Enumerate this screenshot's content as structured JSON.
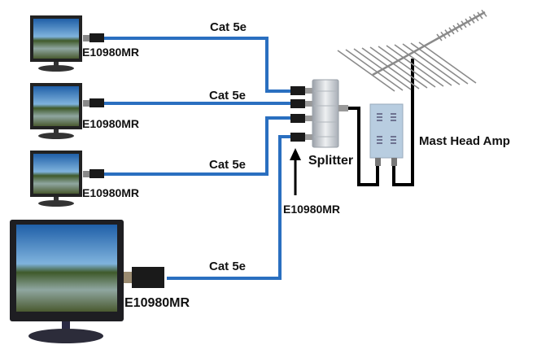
{
  "diagram": {
    "cable_label": "Cat 5e",
    "balun_label": "E10980MR",
    "splitter_label": "Splitter",
    "amp_label": "Mast Head Amp",
    "arrow_label": "E10980MR",
    "tvs": [
      {
        "id": "tv-1",
        "cable": "Cat 5e",
        "balun": "E10980MR"
      },
      {
        "id": "tv-2",
        "cable": "Cat 5e",
        "balun": "E10980MR"
      },
      {
        "id": "tv-3",
        "cable": "Cat 5e",
        "balun": "E10980MR"
      },
      {
        "id": "tv-4",
        "cable": "Cat 5e",
        "balun": "E10980MR"
      }
    ],
    "colors": {
      "cat5e_cable": "#2a6fc0",
      "coax_cable": "#000000",
      "balun": "#1a1a1a",
      "splitter": "#c8ccd2",
      "amp": "#b8cde0",
      "antenna": "#8a8a8a",
      "text": "#111111"
    }
  }
}
